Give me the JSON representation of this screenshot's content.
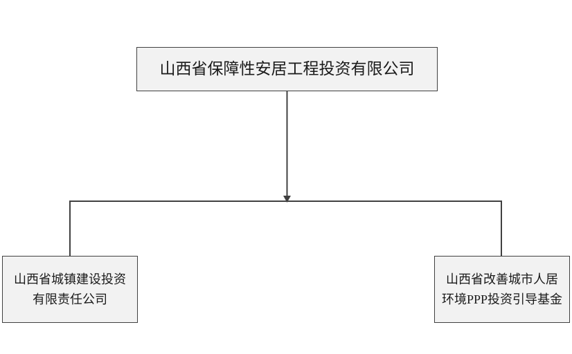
{
  "diagram": {
    "type": "organization-chart",
    "title": "",
    "background_color": "#ffffff",
    "box_fill_color": "#f2f2f2",
    "box_border_color": "#3f3f3f",
    "connector_color": "#404040",
    "text_color": "#1a1a1a",
    "nodes": {
      "parent": {
        "label": "山西省保障性安居工程投资有限公司",
        "level": "parent"
      },
      "child_left": {
        "label": "山西省城镇建设投资\n有限责任公司",
        "level": "subsidiary"
      },
      "child_right": {
        "label": "山西省改善城市人居\n环境PPP投资引导基金",
        "level": "subsidiary"
      }
    },
    "connectors": [
      {
        "name": "parent-to-bus",
        "from": "parent",
        "to": "distribution-bus",
        "style": "solid",
        "arrow": "down"
      },
      {
        "name": "bus-to-child-left",
        "from": "distribution-bus",
        "to": "child_left",
        "style": "solid",
        "arrow": "none"
      },
      {
        "name": "bus-to-child-right",
        "from": "distribution-bus",
        "to": "child_right",
        "style": "solid",
        "arrow": "none"
      }
    ]
  }
}
